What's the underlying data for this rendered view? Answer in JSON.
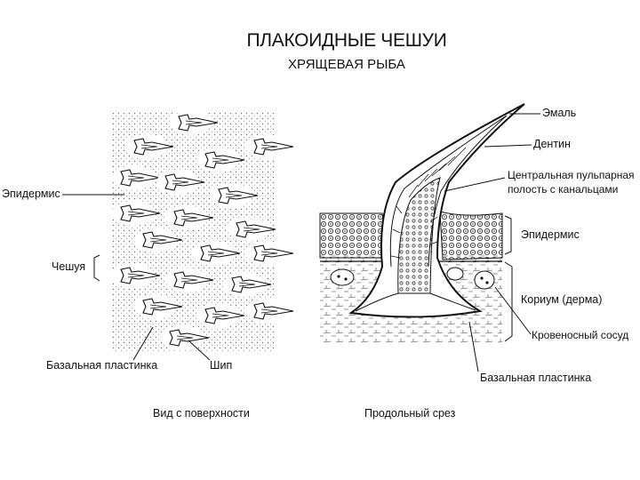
{
  "title": "ПЛАКОИДНЫЕ ЧЕШУИ",
  "subtitle": "ХРЯЩЕВАЯ РЫБА",
  "surface_view": {
    "labels": {
      "epidermis": "Эпидермис",
      "scale": "Чешуя",
      "basal_plate": "Базальная пластинка",
      "spine": "Шип"
    },
    "caption": "Вид с поверхности"
  },
  "section_view": {
    "labels": {
      "enamel": "Эмаль",
      "dentin": "Дентин",
      "pulp_line1": "Центральная пульпарная",
      "pulp_line2": "полость с канальцами",
      "epidermis": "Эпидермис",
      "corium": "Кориум (дерма)",
      "blood_vessel": "Кровеносный сосуд",
      "basal_plate": "Базальная пластинка"
    },
    "caption": "Продольный срез"
  }
}
